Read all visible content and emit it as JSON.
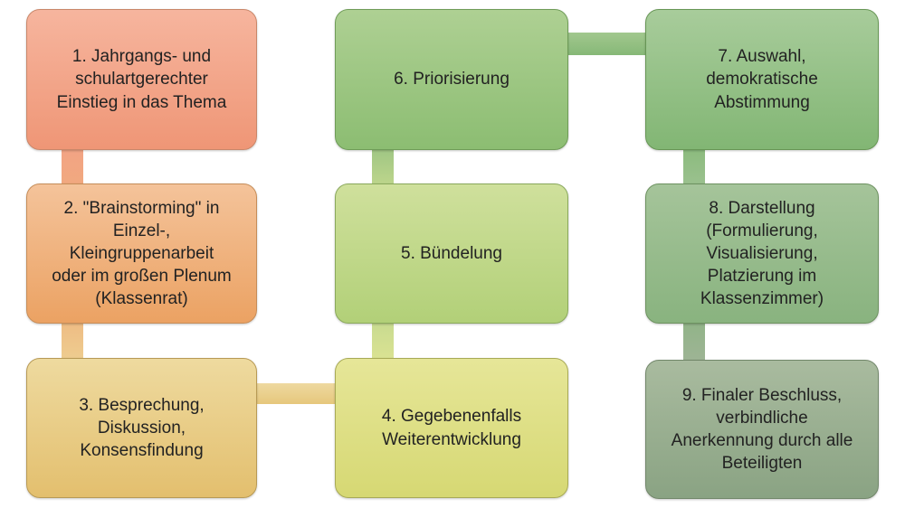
{
  "diagram": {
    "background": "#ffffff",
    "text_color": "#222222",
    "steps": [
      {
        "id": 1,
        "label": "1. Jahrgangs- und schulartgerechter Einstieg in das Thema",
        "fill_top": "#f6b59e",
        "fill_bottom": "#ef9676",
        "border": "#c9876a"
      },
      {
        "id": 2,
        "label": "2. \"Brainstorming\" in Einzel-, Kleingruppenarbeit oder im großen Plenum (Klassenrat)",
        "fill_top": "#f4c39a",
        "fill_bottom": "#eba263",
        "border": "#c68d59"
      },
      {
        "id": 3,
        "label": "3. Besprechung, Diskussion, Konsensfindung",
        "fill_top": "#eeda9f",
        "fill_bottom": "#e3bf6e",
        "border": "#b89a55"
      },
      {
        "id": 4,
        "label": "4. Gegebenenfalls Weiterentwicklung",
        "fill_top": "#e6e698",
        "fill_bottom": "#d6d873",
        "border": "#a8aa56"
      },
      {
        "id": 5,
        "label": "5. Bündelung",
        "fill_top": "#cfe09c",
        "fill_bottom": "#b2d078",
        "border": "#8aa95c"
      },
      {
        "id": 6,
        "label": "6. Priorisierung",
        "fill_top": "#aed093",
        "fill_bottom": "#8cbd72",
        "border": "#6f9c58"
      },
      {
        "id": 7,
        "label": "7. Auswahl, demokratische Abstimmung",
        "fill_top": "#a8cc9b",
        "fill_bottom": "#82b674",
        "border": "#679655"
      },
      {
        "id": 8,
        "label": "8. Darstellung (Formulierung, Visualisierung, Platzierung im Klassenzimmer)",
        "fill_top": "#a5c49a",
        "fill_bottom": "#89b37f",
        "border": "#6d9260"
      },
      {
        "id": 9,
        "label": "9. Finaler Beschluss, verbindliche Anerkennung durch alle Beteiligten",
        "fill_top": "#a9bb9f",
        "fill_bottom": "#8aa383",
        "border": "#72876a"
      }
    ],
    "connectors": [
      {
        "from": 1,
        "to": 2,
        "orientation": "vertical",
        "color_start": "#f2a385",
        "color_end": "#f1a97e"
      },
      {
        "from": 2,
        "to": 3,
        "orientation": "vertical",
        "color_start": "#efba83",
        "color_end": "#edce90"
      },
      {
        "from": 3,
        "to": 4,
        "orientation": "horizontal",
        "color_start": "#eed9a0",
        "color_end": "#e6c77c"
      },
      {
        "from": 4,
        "to": 5,
        "orientation": "vertical",
        "color_start": "#c6da90",
        "color_end": "#dce392"
      },
      {
        "from": 5,
        "to": 6,
        "orientation": "vertical",
        "color_start": "#9cc483",
        "color_end": "#c0d78c"
      },
      {
        "from": 6,
        "to": 7,
        "orientation": "horizontal",
        "color_start": "#a2c88e",
        "color_end": "#86b877"
      },
      {
        "from": 7,
        "to": 8,
        "orientation": "vertical",
        "color_start": "#8abb7c",
        "color_end": "#9cc190"
      },
      {
        "from": 8,
        "to": 9,
        "orientation": "vertical",
        "color_start": "#90b487",
        "color_end": "#9fb496"
      }
    ]
  }
}
